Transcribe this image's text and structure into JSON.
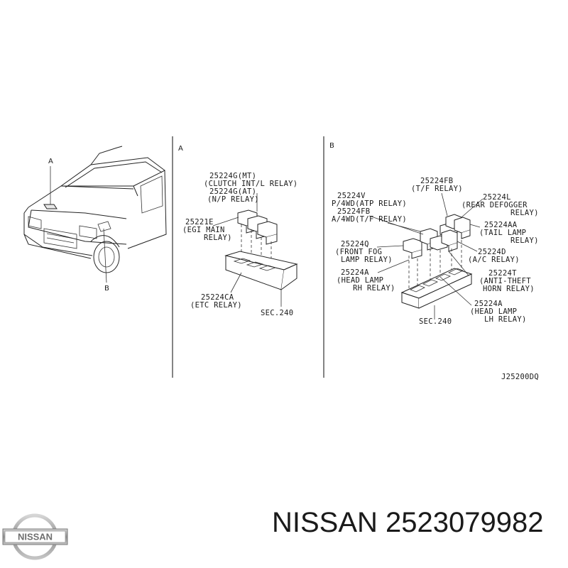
{
  "diagram": {
    "section_a_letter": "A",
    "section_b_letter": "B",
    "car": {
      "pointer_a": "A",
      "pointer_b": "B"
    },
    "section_a": {
      "lines": [
        "25224G(MT)",
        "(CLUTCH INT/L RELAY)",
        "25224G(AT)",
        "(N/P RELAY)",
        "25221E",
        "(EGI MAIN",
        "RELAY)",
        "25224CA",
        "(ETC RELAY)",
        "SEC.240"
      ]
    },
    "section_b": {
      "lines": [
        "25224FB",
        "(T/F RELAY)",
        "25224V",
        "P/4WD(ATP RELAY)",
        "25224FB",
        "A/4WD(T/F RELAY)",
        "25224L",
        "(REAR DEFOGGER",
        "RELAY)",
        "25224AA",
        "(TAIL LAMP",
        "RELAY)",
        "25224Q",
        "(FRONT FOG",
        "LAMP RELAY)",
        "25224D",
        "(A/C RELAY)",
        "25224A",
        "(HEAD LAMP",
        "RH RELAY)",
        "25224T",
        "(ANTI-THEFT",
        "HORN RELAY)",
        "25224A",
        "(HEAD LAMP",
        "LH RELAY)",
        "SEC.240"
      ]
    },
    "diagram_code": "J25200DQ"
  },
  "footer": {
    "logo_text": "NISSAN",
    "caption": "NISSAN 2523079982"
  },
  "colors": {
    "ink": "#1a1a1a",
    "logo_metal": "#9a9a9a"
  }
}
